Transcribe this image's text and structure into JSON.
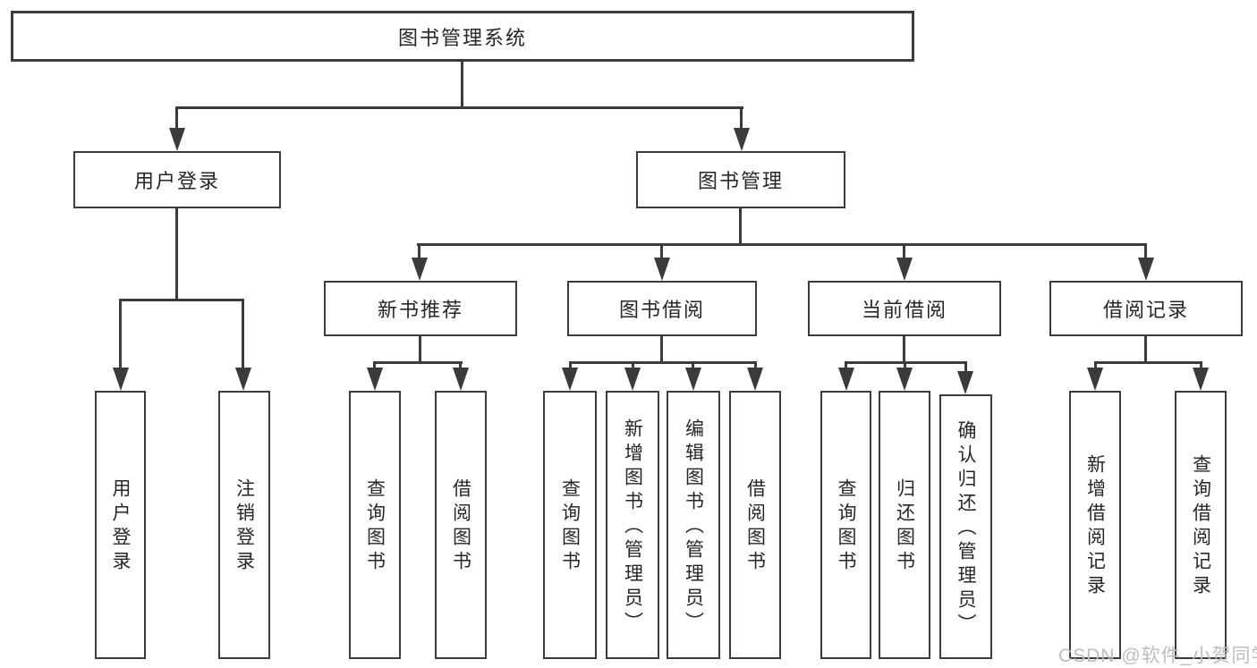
{
  "diagram": {
    "root": {
      "label": "图书管理系统"
    },
    "user_login": {
      "label": "用户登录",
      "children": [
        {
          "label": "用户登录"
        },
        {
          "label": "注销登录"
        }
      ]
    },
    "book_mgmt": {
      "label": "图书管理",
      "sections": [
        {
          "label": "新书推荐",
          "children": [
            {
              "label": "查询图书"
            },
            {
              "label": "借阅图书"
            }
          ]
        },
        {
          "label": "图书借阅",
          "children": [
            {
              "label": "查询图书"
            },
            {
              "label": "新增图书（管理员）"
            },
            {
              "label": "编辑图书（管理员）"
            },
            {
              "label": "借阅图书"
            }
          ]
        },
        {
          "label": "当前借阅",
          "children": [
            {
              "label": "查询图书"
            },
            {
              "label": "归还图书"
            },
            {
              "label": "确认归还（管理员）"
            }
          ]
        },
        {
          "label": "借阅记录",
          "children": [
            {
              "label": "新增借阅记录"
            },
            {
              "label": "查询借阅记录"
            }
          ]
        }
      ]
    }
  },
  "watermark": {
    "text": "CSDN @软件_小贺同学"
  },
  "colors": {
    "line": "#3b3b3b",
    "text": "#262626",
    "background": "#ffffff",
    "watermark": "#bdbdbd"
  }
}
